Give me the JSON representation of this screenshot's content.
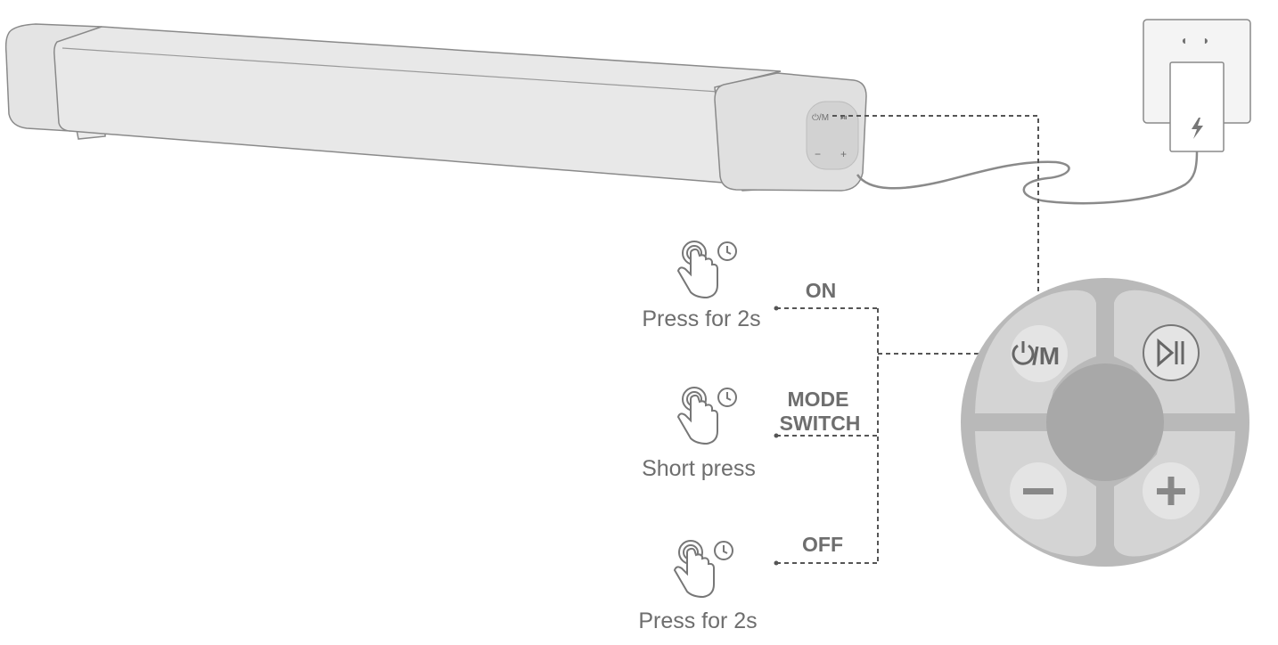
{
  "soundbar": {
    "mini_power_label": "⏻/M",
    "mini_play_label": "⏯",
    "mini_minus_label": "−",
    "mini_plus_label": "+"
  },
  "steps": [
    {
      "state": "ON",
      "action": "Press for 2s",
      "icon": "finger-press-icon"
    },
    {
      "state_line1": "MODE",
      "state_line2": "SWITCH",
      "action": "Short press",
      "icon": "finger-press-icon"
    },
    {
      "state": "OFF",
      "action": "Press for 2s",
      "icon": "finger-press-icon"
    }
  ],
  "control_pad": {
    "power_mode_label": "/M",
    "power_icon": "power-icon",
    "play_pause_icon": "play-pause-icon",
    "minus_icon": "minus-icon",
    "plus_icon": "plus-icon"
  },
  "power_adapter": {
    "charge_icon": "lightning-icon"
  },
  "colors": {
    "line": "#555555",
    "body_fill": "#e6e6e6",
    "outline": "#8a8a8a",
    "pad_ring": "#b9b9b9",
    "pad_button": "#d4d4d4",
    "pad_center": "#a8a8a8",
    "text": "#6e6e6e"
  }
}
